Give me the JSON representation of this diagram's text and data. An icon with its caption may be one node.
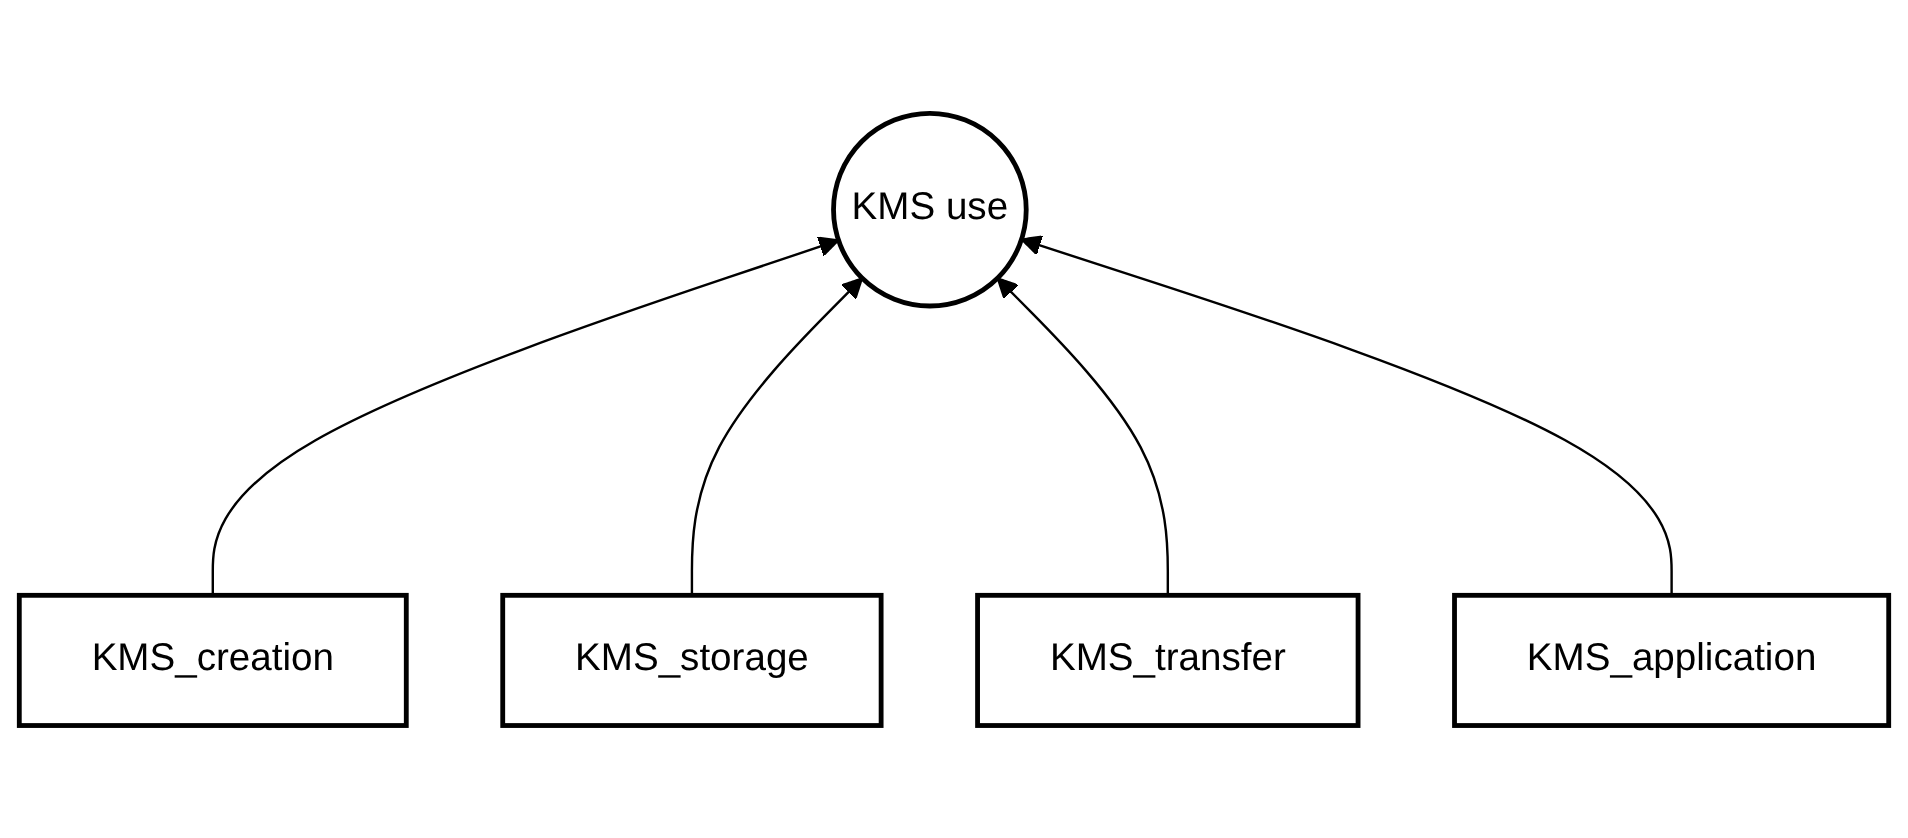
{
  "diagram": {
    "nodes": [
      {
        "text": [
          "KMS use"
        ]
      },
      {
        "text": [
          "KMS_creation"
        ]
      },
      {
        "text": [
          "KMS_storage"
        ]
      },
      {
        "text": [
          "KMS_transfer"
        ]
      },
      {
        "text": [
          "KMS_application"
        ]
      }
    ],
    "edges": [
      {
        "from": 1,
        "to": 0,
        "arrow": "to"
      },
      {
        "from": 2,
        "to": 0,
        "arrow": "to"
      },
      {
        "from": 3,
        "to": 0,
        "arrow": "to"
      },
      {
        "from": 4,
        "to": 0,
        "arrow": "to"
      }
    ]
  }
}
